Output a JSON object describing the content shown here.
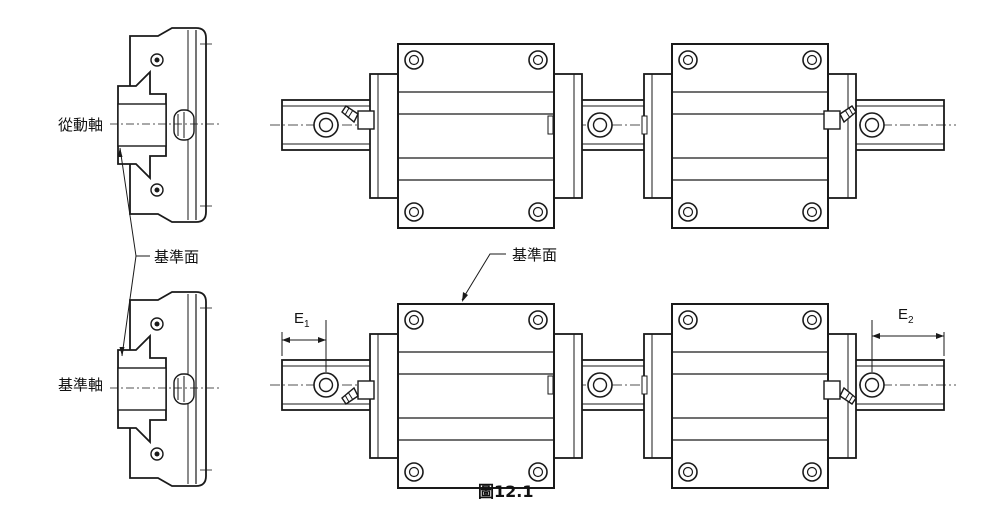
{
  "labels": {
    "driven_axis": "從動軸",
    "reference_surface_left": "基準面",
    "reference_axis": "基準軸",
    "reference_surface_top": "基準面",
    "e1": "E",
    "e1_sub": "1",
    "e2": "E",
    "e2_sub": "2",
    "caption": "圖12.1"
  },
  "colors": {
    "line": "#1a1a1a",
    "background": "#ffffff",
    "shade": "#e8e8e8"
  }
}
